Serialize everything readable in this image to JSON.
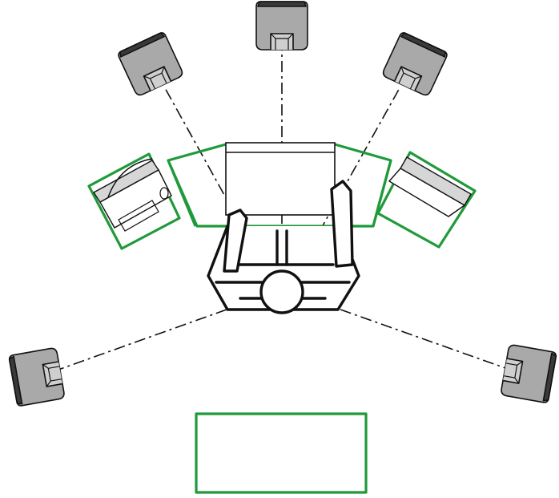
{
  "colors": {
    "desk_outline": "#1f9a3a",
    "speaker_body": "#a9a9a9",
    "speaker_front": "#cfcfcf",
    "speaker_dark": "#3a3a3a",
    "line": "#111111",
    "background": "#ffffff"
  },
  "speakers": [
    {
      "name": "center-speaker",
      "icon": "speaker-icon"
    },
    {
      "name": "front-left-speaker",
      "icon": "speaker-icon"
    },
    {
      "name": "front-right-speaker",
      "icon": "speaker-icon"
    },
    {
      "name": "surround-left-speaker",
      "icon": "speaker-icon"
    },
    {
      "name": "surround-right-speaker",
      "icon": "speaker-icon"
    }
  ],
  "furniture": [
    "desk-center",
    "desk-left-wing",
    "desk-right-wing",
    "left-laptop-station",
    "right-laptop-station",
    "couch-rectangle"
  ],
  "listener": "seated-listener-icon"
}
